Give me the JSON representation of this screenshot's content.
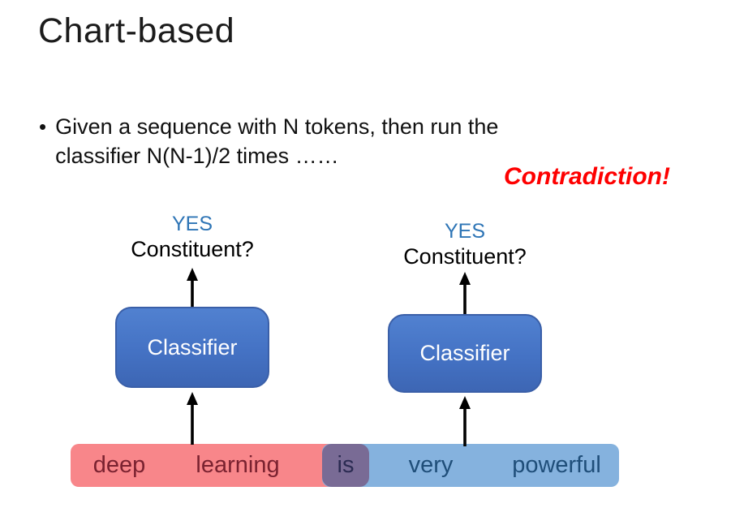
{
  "slide": {
    "title": "Chart-based",
    "bullet": {
      "glyph": "•",
      "lines": [
        "Given a sequence with N tokens, then run the",
        "classifier N(N-1)/2 times ……"
      ]
    },
    "annotation": "Contradiction!"
  },
  "diagram": {
    "classifiers": [
      {
        "result": "YES",
        "question": "Constituent?",
        "label": "Classifier"
      },
      {
        "result": "YES",
        "question": "Constituent?",
        "label": "Classifier"
      }
    ],
    "sentence": {
      "tokens": [
        "deep",
        "learning",
        "is",
        "very",
        "powerful"
      ],
      "highlight_spans": [
        {
          "covers": [
            "deep",
            "learning",
            "is"
          ],
          "color": "#f8868a"
        },
        {
          "covers": [
            "is",
            "very",
            "powerful"
          ],
          "color": "#85b2de"
        }
      ],
      "overlap_token": "is",
      "overlap_color": "#796b95"
    }
  },
  "colors": {
    "annotation_red": "#fe0000",
    "yes_blue": "#2e75b6",
    "classifier_fill": "#4472c4",
    "classifier_border": "#3a5fa8",
    "red_span": "#f8868a",
    "blue_span": "#85b2de",
    "overlap": "#796b95",
    "token_red_text": "#7a2230",
    "token_blue_text": "#1f4e79",
    "token_overlap_text": "#2b2b52"
  }
}
